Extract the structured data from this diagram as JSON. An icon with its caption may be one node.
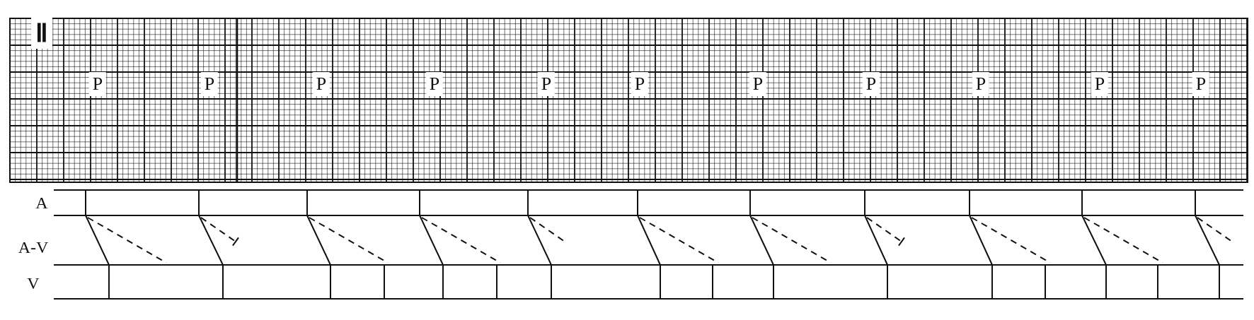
{
  "diagram": {
    "labels": [
      "Ⅱ",
      "P",
      "P",
      "P",
      "P",
      "P",
      "P",
      "P",
      "P",
      "P",
      "P",
      "P",
      "A",
      "A-V",
      "V"
    ]
  }
}
